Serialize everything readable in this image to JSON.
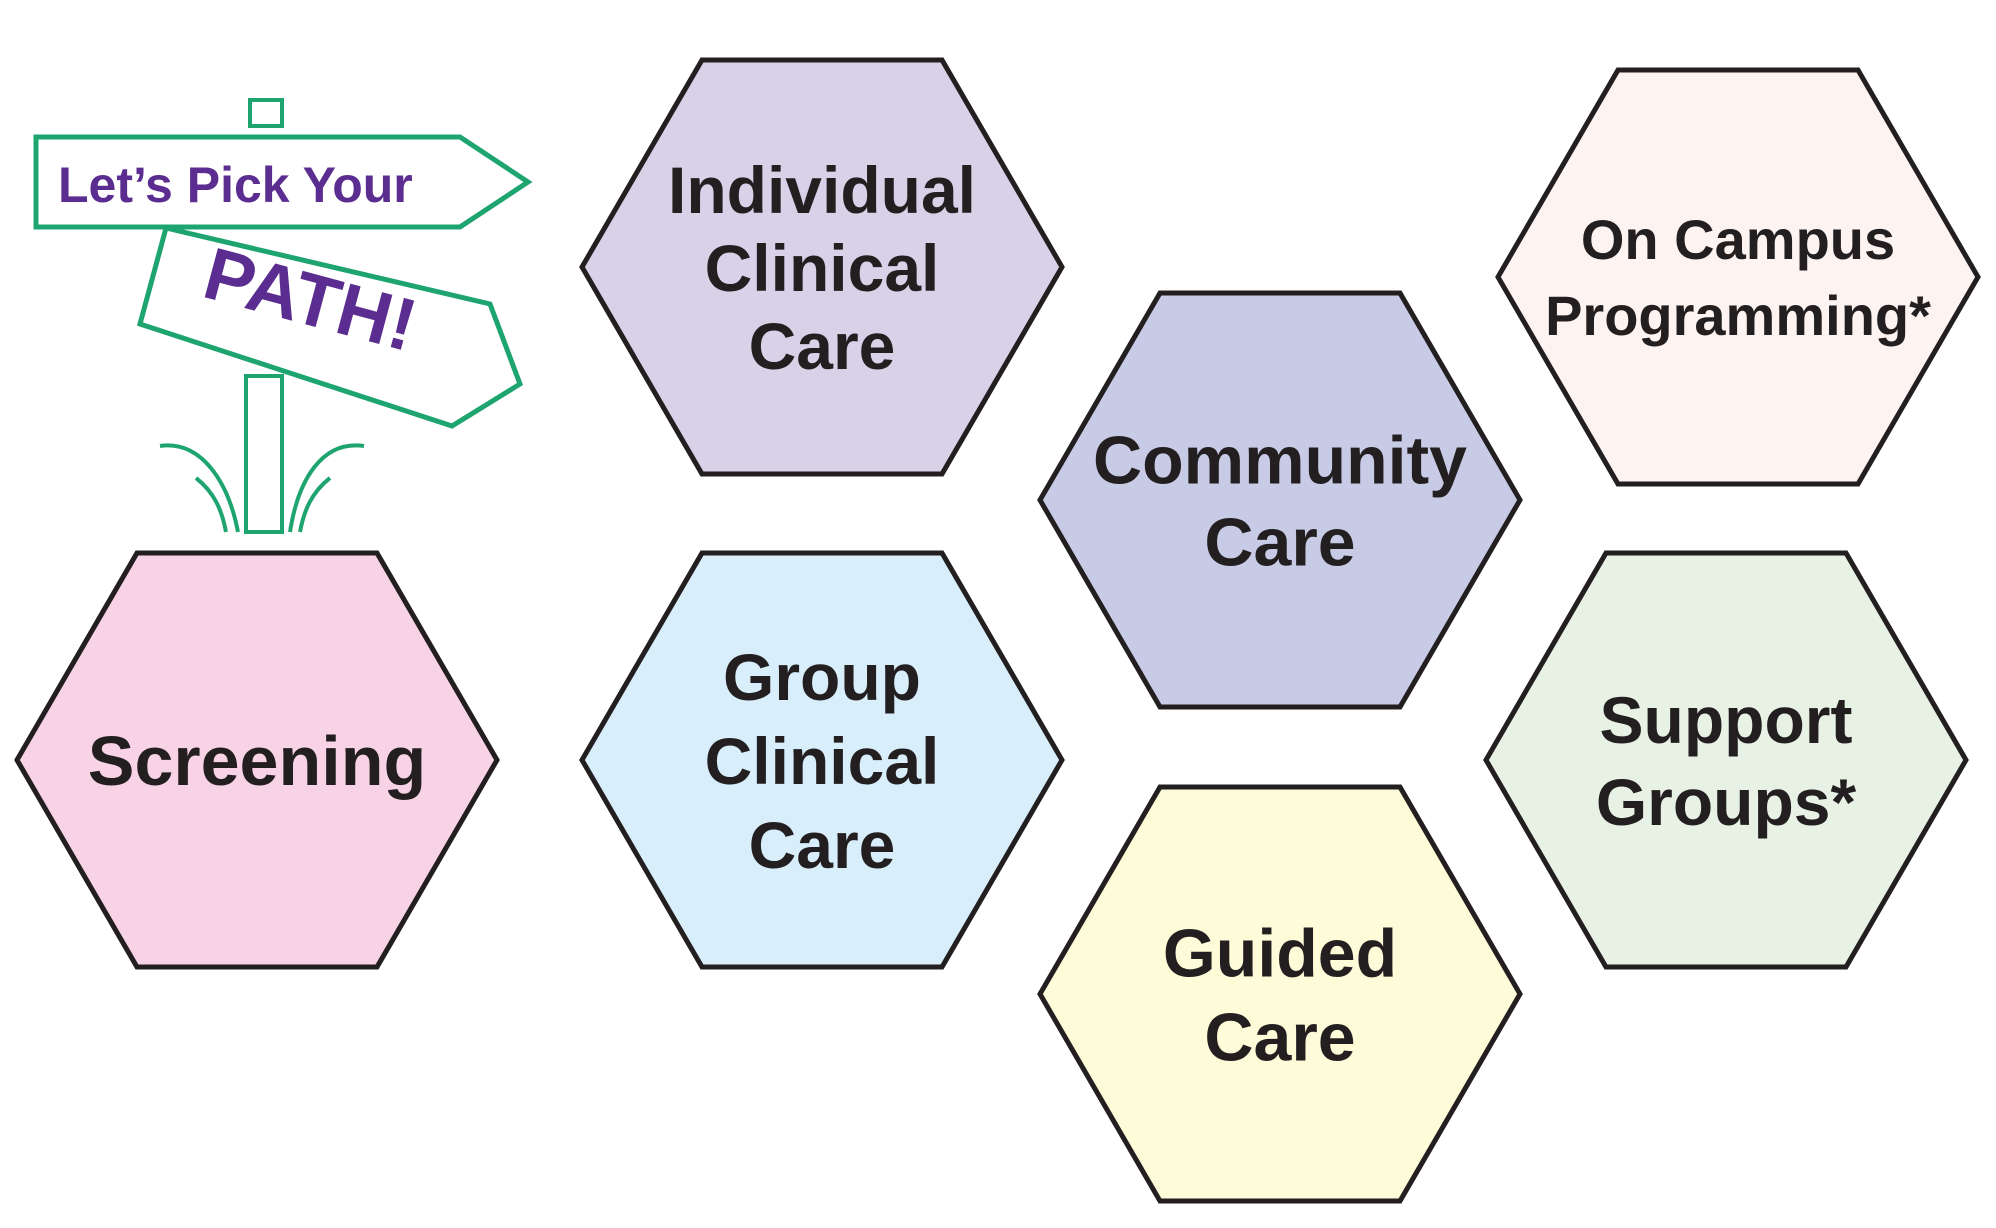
{
  "sign": {
    "top_text": "Let’s Pick Your",
    "bottom_text": "PATH!",
    "sign_color": "#1ea56f",
    "text_color": "#5c2d91"
  },
  "hexagons": [
    {
      "id": "screening",
      "lines": [
        "Screening"
      ],
      "fill": "#f8d3e6"
    },
    {
      "id": "individual-clinical-care",
      "lines": [
        "Individual",
        "Clinical",
        "Care"
      ],
      "fill": "#d8d1e8"
    },
    {
      "id": "group-clinical-care",
      "lines": [
        "Group",
        "Clinical",
        "Care"
      ],
      "fill": "#d8eefb"
    },
    {
      "id": "community-care",
      "lines": [
        "Community",
        "Care"
      ],
      "fill": "#c7cbe5"
    },
    {
      "id": "guided-care",
      "lines": [
        "Guided",
        "Care"
      ],
      "fill": "#fdfbd8"
    },
    {
      "id": "on-campus-programming",
      "lines": [
        "On Campus",
        "Programming*"
      ],
      "fill": "#fdf3f1"
    },
    {
      "id": "support-groups",
      "lines": [
        "Support",
        "Groups*"
      ],
      "fill": "#e7f2e4"
    }
  ],
  "outline_color": "#231f20"
}
